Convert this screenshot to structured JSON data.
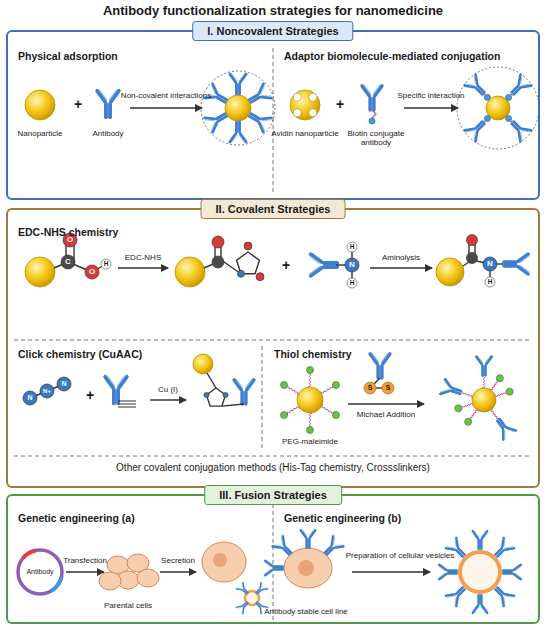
{
  "diagram": {
    "title": "Antibody functionalization strategies for nanomedicine",
    "nodes": [
      {
        "text": [
          "I. Noncovalent Strategies"
        ]
      },
      {
        "text": [
          "Physical adsorption"
        ],
        "in": 0
      },
      {
        "text": [
          "Adaptor biomolecule-mediated conjugation"
        ],
        "in": 0
      },
      {
        "text": [
          "II. Covalent Strategies"
        ]
      },
      {
        "text": [
          "EDC-NHS chemistry"
        ],
        "in": 3
      },
      {
        "text": [
          "Click chemistry (CuAAC)"
        ],
        "in": 3
      },
      {
        "text": [
          "Thiol chemistry"
        ],
        "in": 3
      },
      {
        "text": [
          "Other covalent conjugation methods (His-Tag chemistry, Crossslinkers)"
        ],
        "in": 3
      },
      {
        "text": [
          "III. Fusion Strategies"
        ]
      },
      {
        "text": [
          "Genetic engineering (a)"
        ],
        "in": 8
      },
      {
        "text": [
          "Genetic engineering (b)"
        ],
        "in": 8
      }
    ],
    "labels": [
      "Nanoparticle",
      "+",
      "Antibody",
      "Non-covalent interactions",
      "Avidin nanoparticle",
      "+",
      "Biotin conjugate antibody",
      "Specific interaction",
      "C",
      "O",
      "O",
      "H",
      "EDC-NHS",
      "+",
      "N",
      "H",
      "H",
      "Aminolysis",
      "N",
      "H",
      "N",
      "N+",
      "N",
      "+",
      "Cu (I)",
      "PEG-maleimide",
      "S",
      "S",
      "Michael Addition",
      "Antibody",
      "Transfection",
      "Parental cells",
      "Secretion",
      "Antibody stable cell line",
      "Preparation of cellular vesicles"
    ]
  }
}
